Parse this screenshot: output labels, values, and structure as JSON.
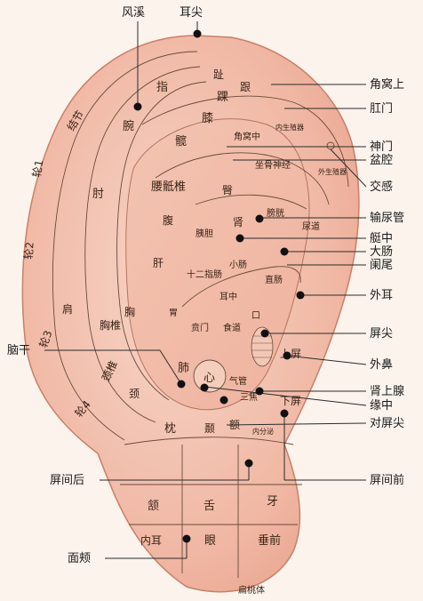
{
  "zones": {
    "toe": "趾",
    "heel": "跟",
    "finger": "指",
    "ankle": "踝",
    "knee": "膝",
    "wrist": "腕",
    "hip": "髋",
    "nodule": "结节",
    "sciatic": "坐骨神经",
    "lumbosacral": "腰骶椎",
    "buttock": "臀",
    "elbow": "肘",
    "triangle_center": "角窝中",
    "internal_genitals": "内生殖器",
    "external_genitals": "外生殖器",
    "abdomen": "腹",
    "pancreas_gallbladder": "胰胆",
    "kidney": "肾",
    "bladder": "膀胱",
    "urethra": "尿道",
    "liver": "肝",
    "duodenum": "十二指肠",
    "small_intestine": "小肠",
    "rectum": "直肠",
    "chest": "胸",
    "thoracic": "胸椎",
    "stomach": "胃",
    "ear_center": "耳中",
    "cardia": "贲门",
    "esophagus": "食道",
    "mouth": "口",
    "shoulder": "肩",
    "helix1": "轮1",
    "helix2": "轮2",
    "helix3": "轮3",
    "helix4": "轮4",
    "lung": "肺",
    "heart": "心",
    "trachea": "气管",
    "upper_tragus": "上屏",
    "lower_tragus": "下屏",
    "san_jiao": "三焦",
    "neck": "颈",
    "cervical": "颈椎",
    "occiput": "枕",
    "temple": "颞",
    "forehead": "额",
    "endocrine": "内分泌",
    "jaw": "颔",
    "tongue": "舌",
    "tooth": "牙",
    "inner_ear": "内耳",
    "eye": "眼",
    "lobule_front": "垂前",
    "tonsil": "扁桃体"
  },
  "callouts": {
    "fengxi": "风溪",
    "ear_apex": "耳尖",
    "triangular_fossa_top": "角窝上",
    "anus": "肛门",
    "shenmen": "神门",
    "pelvis": "盆腔",
    "sympathetic": "交感",
    "ureter": "输尿管",
    "cymba_center": "艇中",
    "large_intestine": "大肠",
    "appendix": "阑尾",
    "external_ear": "外耳",
    "tragus_apex": "屏尖",
    "external_nose": "外鼻",
    "adrenal": "肾上腺",
    "brainstem": "脑干",
    "central_rim": "缘中",
    "antitragus_apex": "对屏尖",
    "intertragic_back": "屏间后",
    "intertragic_front": "屏间前",
    "cheek": "面颊"
  },
  "colors": {
    "skin": "#f0b9a6",
    "skin_light": "#f6d3c4",
    "skin_dark": "#e39c86",
    "line": "#2b2b2b"
  }
}
